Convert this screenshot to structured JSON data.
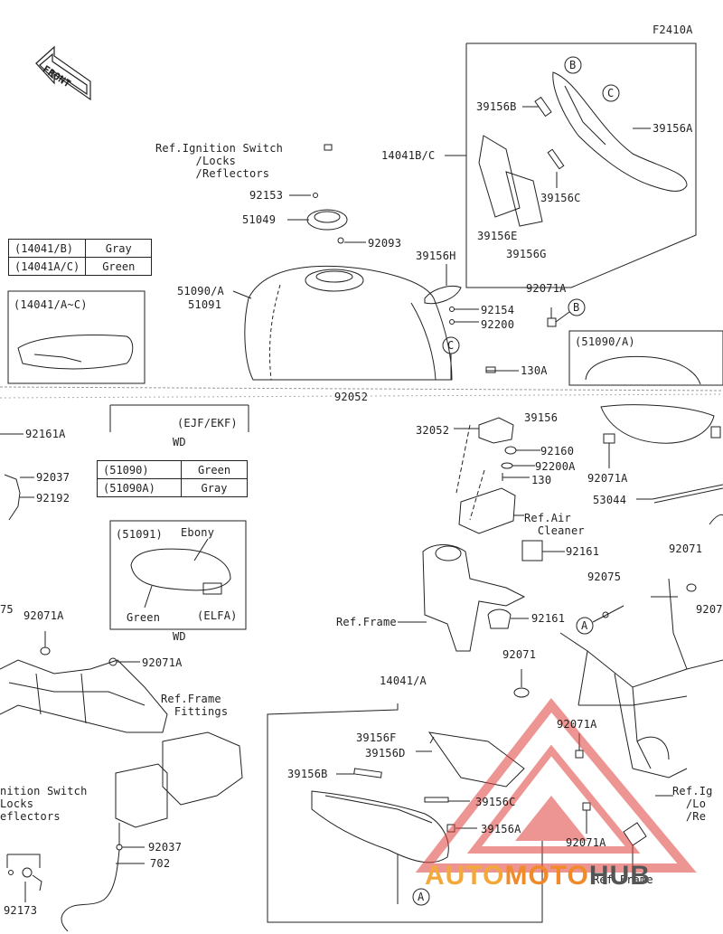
{
  "diagram_code": "F2410A",
  "front_tag": "FRONT",
  "refs": {
    "ignition_top": "Ref.Ignition Switch\n      /Locks\n      /Reflectors",
    "ignition_bottom": "nition Switch\nLocks\neflectors",
    "air_cleaner": "Ref.Air\n  Cleaner",
    "frame_mid": "Ref.Frame",
    "frame_fittings": "Ref.Frame\n  Fittings",
    "frame_bottom": "Ref.Frame",
    "ignition_right": "Ref.Ig\n  /Lo\n  /Re"
  },
  "color_table_1": {
    "rows": [
      {
        "code": "(14041/B)",
        "color": "Gray"
      },
      {
        "code": "(14041A/C)",
        "color": "Green"
      }
    ]
  },
  "color_table_2": {
    "rows": [
      {
        "code": "(51090)",
        "color": "Green"
      },
      {
        "code": "(51090A)",
        "color": "Gray"
      }
    ]
  },
  "inset_14041": {
    "title": "(14041/A~C)"
  },
  "inset_51091": {
    "code": "(51091)",
    "color_top": "Ebony",
    "color_bottom": "Green",
    "model": "(ELFA)",
    "wd": "WD"
  },
  "inset_51090": {
    "title": "(51090/A)",
    "model": "(EJF/EKF)",
    "wd": "WD"
  },
  "callouts": {
    "p39156B_top": "39156B",
    "p39156A_top": "39156A",
    "p14041BC": "14041B/C",
    "p39156C_top": "39156C",
    "p39156E": "39156E",
    "p39156G": "39156G",
    "p92153": "92153",
    "p51049": "51049",
    "p92093": "92093",
    "p39156H": "39156H",
    "p51090A": "51090/A",
    "p51091": "51091",
    "p92071A_1": "92071A",
    "p92154": "92154",
    "p92200": "92200",
    "p130A": "130A",
    "p92052": "92052",
    "p39156": "39156",
    "p32052": "32052",
    "p92160": "92160",
    "p92200A": "92200A",
    "p130": "130",
    "p92071A_2": "92071A",
    "p53044": "53044",
    "p92161A": "92161A",
    "p92037_1": "92037",
    "p92192": "92192",
    "p92161_1": "92161",
    "p92071": "92071",
    "p92075": "92075",
    "p92161_2": "92161",
    "p92071A_3": "92071A",
    "p92071A_4": "92071A",
    "p92071_2": "92071",
    "p75": "75",
    "p9207_right": "9207",
    "p14041A": "14041/A",
    "p39156F": "39156F",
    "p39156D": "39156D",
    "p39156B_bot": "39156B",
    "p39156C_bot": "39156C",
    "p39156A_bot": "39156A",
    "p92071A_5": "92071A",
    "p92071A_6": "92071A",
    "p92037_2": "92037",
    "p702": "702",
    "p92173": "92173"
  },
  "markers": {
    "A": "A",
    "B": "B",
    "C": "C"
  },
  "watermark": {
    "part1": "AUTO",
    "part2": "MOTO",
    "part3": "HUB"
  },
  "colors": {
    "line": "#222222",
    "watermark_red": "#e0403a",
    "watermark_orange": "#f08a2a"
  }
}
